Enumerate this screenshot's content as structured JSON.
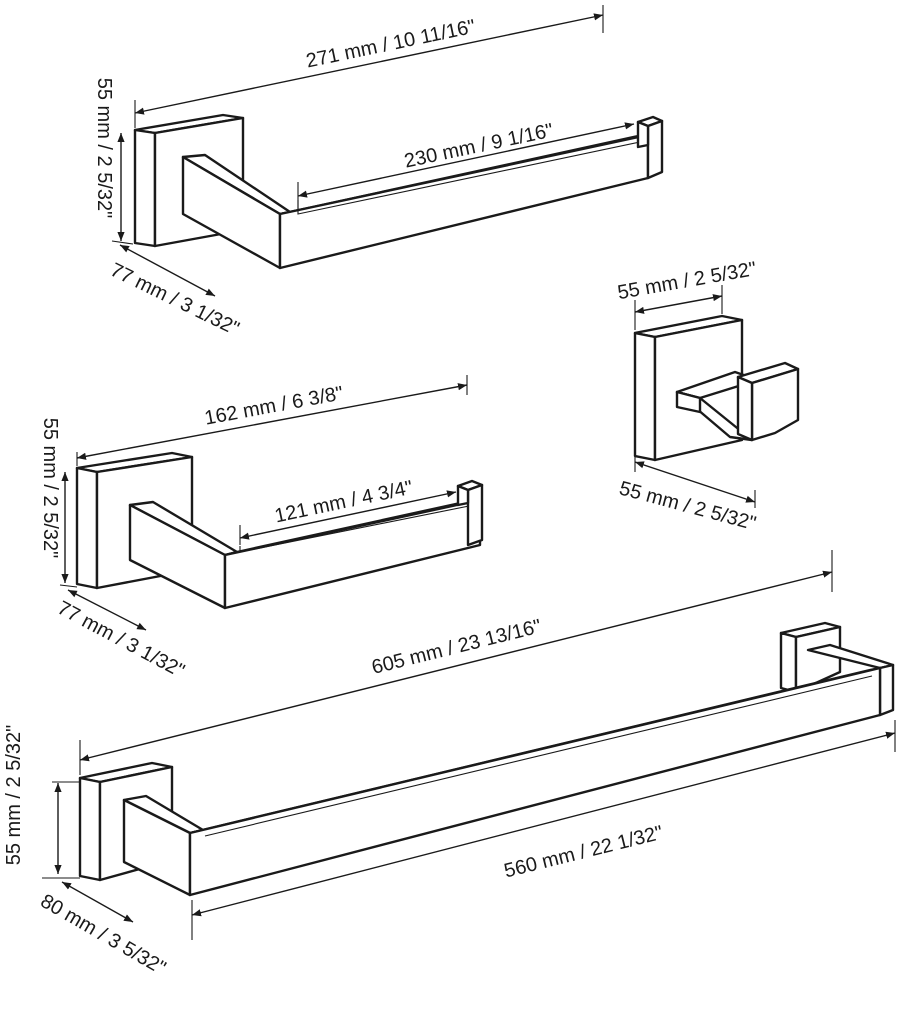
{
  "labels": {
    "paper_holder_large_length": "271 mm / 10 11/16\"",
    "paper_holder_large_bar": "230 mm / 9 1/16\"",
    "paper_holder_large_height": "55 mm / 2 5/32\"",
    "paper_holder_large_depth": "77 mm / 3 1/32\"",
    "paper_holder_small_length": "162 mm / 6 3/8\"",
    "paper_holder_small_bar": "121 mm / 4 3/4\"",
    "paper_holder_small_height": "55 mm / 2 5/32\"",
    "paper_holder_small_depth": "77 mm / 3 1/32\"",
    "robe_hook_width": "55 mm / 2 5/32\"",
    "robe_hook_depth": "55 mm / 2 5/32\"",
    "towel_bar_length": "605 mm / 23 13/16\"",
    "towel_bar_bar": "560 mm / 22 1/32\"",
    "towel_bar_height": "55 mm / 2 5/32\"",
    "towel_bar_depth": "80 mm / 3 5/32\""
  }
}
